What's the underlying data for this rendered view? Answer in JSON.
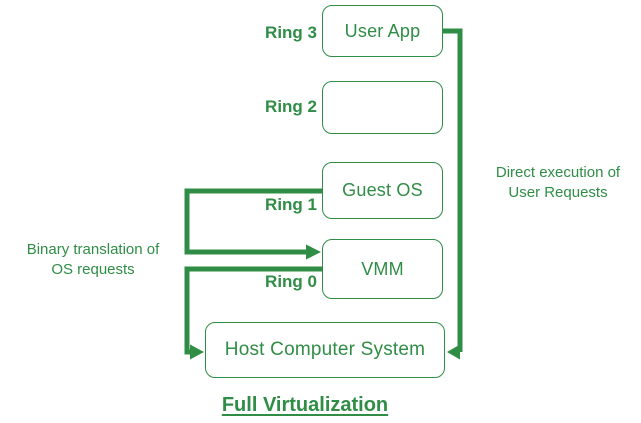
{
  "colors": {
    "green": "#2f8d46",
    "background": "#ffffff"
  },
  "diagram": {
    "title": "Full Virtualization",
    "rings": [
      {
        "label": "Ring 3",
        "box": "User App"
      },
      {
        "label": "Ring 2",
        "box": ""
      },
      {
        "label": "Ring 1",
        "box": "Guest OS"
      },
      {
        "label": "Ring 0",
        "box": "VMM"
      }
    ],
    "host_box": "Host Computer System",
    "annotations": {
      "left": {
        "line1": "Binary translation of",
        "line2": "OS requests"
      },
      "right": {
        "line1": "Direct execution of",
        "line2": "User Requests"
      }
    },
    "arrows": [
      "user-app-to-host-direct-execution",
      "guest-os-to-vmm-binary-translation",
      "vmm-to-host"
    ]
  }
}
